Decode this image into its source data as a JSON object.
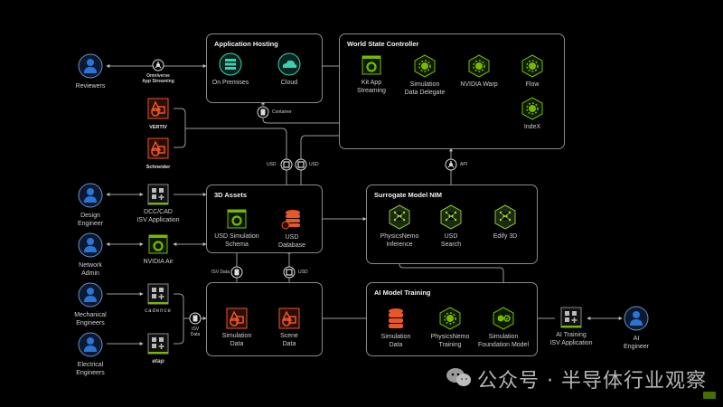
{
  "colors": {
    "accent_green": "#76b900",
    "teal": "#3ecfb0",
    "orange": "#e8572a",
    "user_blue": "#2a74d6",
    "line": "#9a9a9a"
  },
  "boxes": {
    "app_hosting": {
      "title": "Application Hosting"
    },
    "world_state": {
      "title": "World State Controller"
    },
    "assets_3d": {
      "title": "3D Assets"
    },
    "surrogate": {
      "title": "Surrogate Model NIM"
    },
    "data_box": {
      "title": ""
    },
    "ai_training": {
      "title": "AI Model Training"
    }
  },
  "nodes": {
    "reviewers": "Reviewers",
    "on_premises": "On Premises",
    "cloud": "Cloud",
    "kit_app": "Kit App\nStreaming",
    "sim_delegate": "Simulation\nData Delegate",
    "warp": "NVIDIA Warp",
    "flow": "Flow",
    "indexx": "IndeX",
    "design_engineer": "Design\nEngineer",
    "dcc_cad": "DCC/CAD\nISV Application",
    "network_admin": "Network\nAdmin",
    "nvidia_air": "NVIDIA Air",
    "usd_schema": "USD Simulation\nSchema",
    "usd_db": "USD\nDatabase",
    "physicsnemo_inf": "PhysicsNemo\nInference",
    "usd_search": "USD\nSearch",
    "edify": "Edify 3D",
    "mech_eng": "Mechanical\nEngineers",
    "elec_eng": "Electrical\nEngineers",
    "sim_data": "Simulation\nData",
    "scene_data": "Scene\nData",
    "ai_sim_data": "Simulation\nData",
    "physicsnemo_train": "PhysicsNemo\nTraining",
    "sim_foundation": "Simulation\nFoundation Model",
    "ai_training_isv": "AI Training\nISV Application",
    "ai_engineer": "AI\nEngineer"
  },
  "tags": {
    "omniverse": "Omniverse\nApp Streaming",
    "container": "Container",
    "usd_left": "USD",
    "usd_right": "USD",
    "api": "API",
    "isv_data_top": "ISV Data",
    "usd_bottom": "USD",
    "isv_data_left": "ISV\nData"
  },
  "brands": {
    "vertiv": "VERTIV",
    "schneider": "Schneider",
    "cadence": "cadence",
    "etap": "etap"
  },
  "watermark": "公众号 · 半导体行业观察"
}
